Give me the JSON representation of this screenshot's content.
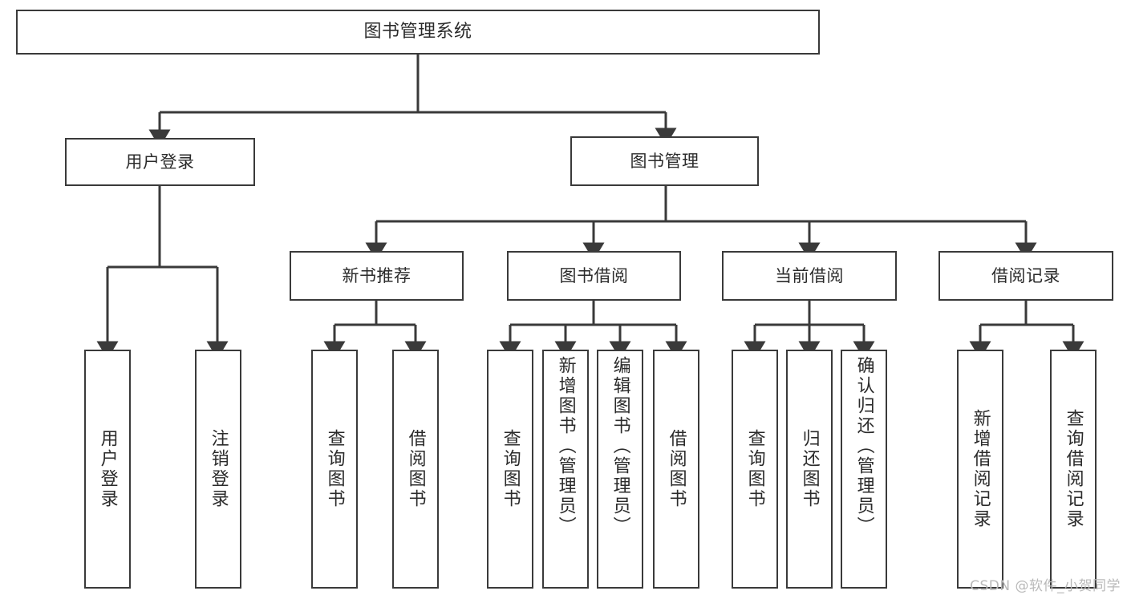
{
  "diagram": {
    "type": "tree-hierarchy-chart",
    "title": "图书管理系统",
    "watermark": "CSDN @软件_小贺同学",
    "colors": {
      "background": "#ffffff",
      "box_border": "#3a3a3a",
      "connector": "#3a3a3a",
      "text": "#2b2b2b",
      "watermark": "#b9b9b9"
    },
    "levels": {
      "root": {
        "label": "图书管理系统"
      },
      "level2": [
        {
          "id": "user-login",
          "label": "用户登录"
        },
        {
          "id": "book-management",
          "label": "图书管理"
        }
      ],
      "level3": [
        {
          "id": "new-book-recommend",
          "label": "新书推荐",
          "parent": "book-management"
        },
        {
          "id": "book-borrow",
          "label": "图书借阅",
          "parent": "book-management"
        },
        {
          "id": "current-borrow",
          "label": "当前借阅",
          "parent": "book-management"
        },
        {
          "id": "borrow-record",
          "label": "借阅记录",
          "parent": "book-management"
        }
      ],
      "leaves": [
        {
          "id": "leaf-user-login",
          "label": "用户登录",
          "parent": "user-login"
        },
        {
          "id": "leaf-logout-login",
          "label": "注销登录",
          "parent": "user-login"
        },
        {
          "id": "leaf-query-book-1",
          "label": "查询图书",
          "parent": "new-book-recommend"
        },
        {
          "id": "leaf-borrow-book-1",
          "label": "借阅图书",
          "parent": "new-book-recommend"
        },
        {
          "id": "leaf-query-book-2",
          "label": "查询图书",
          "parent": "book-borrow"
        },
        {
          "id": "leaf-add-book-admin",
          "label": "新增图书（管理员）",
          "parent": "book-borrow"
        },
        {
          "id": "leaf-edit-book-admin",
          "label": "编辑图书（管理员）",
          "parent": "book-borrow"
        },
        {
          "id": "leaf-borrow-book-2",
          "label": "借阅图书",
          "parent": "book-borrow"
        },
        {
          "id": "leaf-query-book-3",
          "label": "查询图书",
          "parent": "current-borrow"
        },
        {
          "id": "leaf-return-book",
          "label": "归还图书",
          "parent": "current-borrow"
        },
        {
          "id": "leaf-confirm-return-admin",
          "label": "确认归还（管理员）",
          "parent": "current-borrow"
        },
        {
          "id": "leaf-add-borrow-record",
          "label": "新增借阅记录",
          "parent": "borrow-record"
        },
        {
          "id": "leaf-query-borrow-record",
          "label": "查询借阅记录",
          "parent": "borrow-record"
        }
      ]
    }
  }
}
